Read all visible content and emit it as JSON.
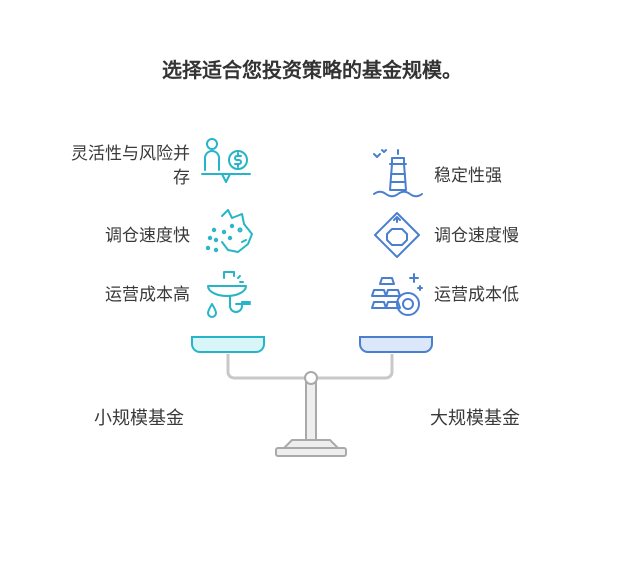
{
  "title": "选择适合您投资策略的基金规模。",
  "left": {
    "label": "小规模基金",
    "traits": [
      {
        "line1": "灵活性与风险并",
        "line2": "存",
        "icon": "person-balance-dollar-icon"
      },
      {
        "text": "调仓速度快",
        "icon": "cheetah-icon"
      },
      {
        "text": "运营成本高",
        "icon": "leaking-sink-icon"
      }
    ],
    "color": "#26b5c8",
    "fill": "#d8f5f8"
  },
  "right": {
    "label": "大规模基金",
    "traits": [
      {
        "text": "稳定性强",
        "icon": "lighthouse-icon"
      },
      {
        "text": "调仓速度慢",
        "icon": "slow-road-sign-icon"
      },
      {
        "text": "运营成本低",
        "icon": "gold-bars-coin-icon"
      }
    ],
    "color": "#4a7fd0",
    "fill": "#dce7f9"
  }
}
